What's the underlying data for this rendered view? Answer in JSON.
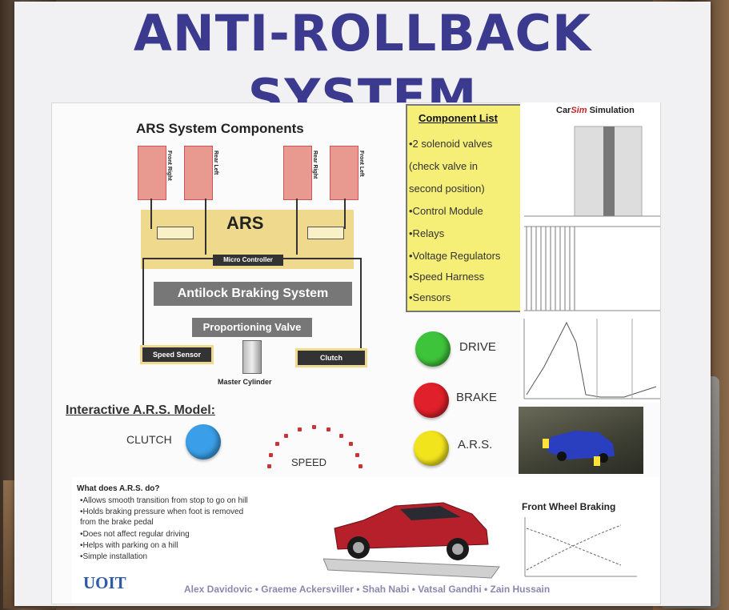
{
  "title": "ANTI-ROLLBACK SYSTEM",
  "ars_section": {
    "heading": "ARS System Components",
    "wheels": [
      "Front Right",
      "Rear Left",
      "Rear Right",
      "Front Left"
    ],
    "ars_label": "ARS",
    "micro_controller": "Micro Controller",
    "abs": "Antilock Braking System",
    "proportioning_valve": "Proportioning Valve",
    "speed_sensor": "Speed Sensor",
    "clutch": "Clutch",
    "master_cylinder": "Master Cylinder"
  },
  "component_list": {
    "title": "Component List",
    "items": [
      "•2 solenoid valves",
      "(check valve in",
      "second position)",
      "•Control Module",
      "•Relays",
      "•Voltage Regulators",
      "•Speed Harness",
      "•Sensors"
    ]
  },
  "simulation": {
    "title_prefix": "Car",
    "title_em": "Sim",
    "title_suffix": " Simulation"
  },
  "indicators": [
    {
      "label": "DRIVE",
      "color": "#3ec43a"
    },
    {
      "label": "BRAKE",
      "color": "#e0202a"
    },
    {
      "label": "A.R.S.",
      "color": "#f2e41c"
    }
  ],
  "interactive": {
    "heading": "Interactive A.R.S. Model:",
    "clutch_label": "CLUTCH",
    "clutch_color": "#3a9fe8",
    "speed_label": "SPEED"
  },
  "what_does": {
    "title": "What does A.R.S. do?",
    "items": [
      "•Allows smooth transition from stop to go on hill",
      "•Holds braking pressure when foot is removed",
      "  from the brake pedal",
      "•Does not affect regular driving",
      "•Helps with parking on a hill",
      "•Simple installation"
    ]
  },
  "logo": "UOIT",
  "authors": "Alex Davidovic • Graeme Ackersviller • Shah Nabi • Vatsal Gandhi • Zain Hussain",
  "front_wheel_braking": {
    "title": "Front Wheel Braking"
  }
}
